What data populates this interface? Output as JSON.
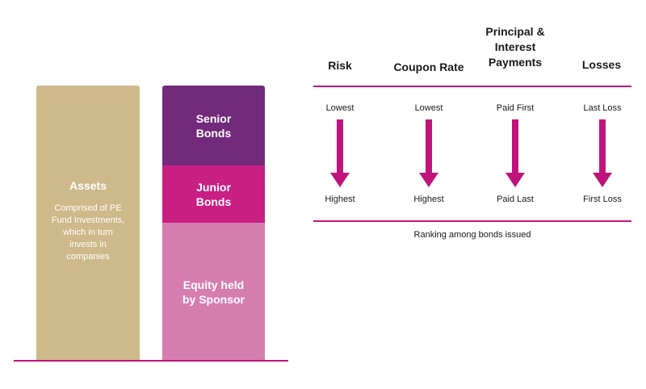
{
  "assets": {
    "title": "Assets",
    "description": "Comprised of PE\nFund Investments,\nwhich in turn\ninvests in\ncompanies"
  },
  "tranches": {
    "senior": "Senior\nBonds",
    "junior": "Junior\nBonds",
    "equity": "Equity held\nby Sponsor"
  },
  "table": {
    "columns": [
      {
        "header": "Risk",
        "top": "Lowest",
        "bottom": "Highest"
      },
      {
        "header": "Coupon Rate",
        "top": "Lowest",
        "bottom": "Highest"
      },
      {
        "header": "Principal &\nInterest\nPayments",
        "top": "Paid First",
        "bottom": "Paid Last"
      },
      {
        "header": "Losses",
        "top": "Last Loss",
        "bottom": "First Loss"
      }
    ],
    "caption": "Ranking among bonds issued"
  },
  "colors": {
    "assets": "#cdb98a",
    "senior": "#722a7b",
    "junior": "#c91f82",
    "equity": "#d67eb0",
    "accent": "#c0147c"
  }
}
